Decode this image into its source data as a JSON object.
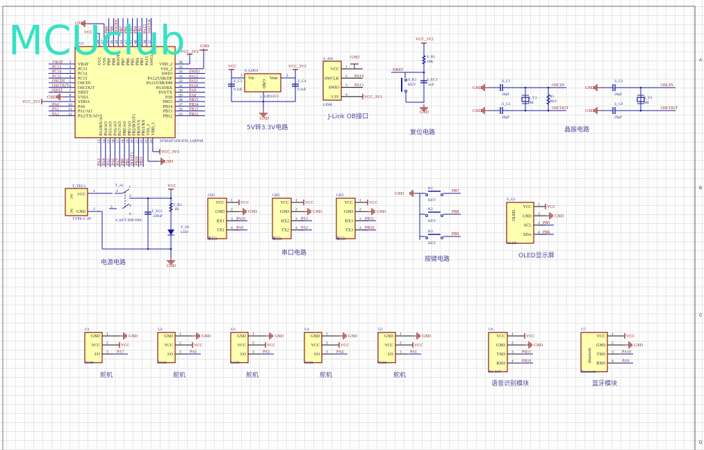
{
  "watermark": "MCUclub",
  "border_letters": [
    "A",
    "B",
    "C",
    "D"
  ],
  "colors": {
    "wire": "#1a1aa0",
    "part": "#8b1a1a",
    "fill": "#ffffb0",
    "title": "#4a4a9a",
    "watermark": "#34e3c4"
  },
  "mcu": {
    "ref": "U1",
    "part": "STM32F103C8T6_LQFP48",
    "left_pins": [
      {
        "num": "1",
        "name": "VBAT",
        "net": "VBAT"
      },
      {
        "num": "2",
        "name": "PC13",
        "net": "PC13"
      },
      {
        "num": "3",
        "name": "PC14",
        "net": "PC14"
      },
      {
        "num": "4",
        "name": "PC15",
        "net": "PC15"
      },
      {
        "num": "5",
        "name": "OSCIN",
        "net": "OSCIN"
      },
      {
        "num": "6",
        "name": "OSCOUT",
        "net": "OSCOUT"
      },
      {
        "num": "7",
        "name": "NRST",
        "net": "NRST"
      },
      {
        "num": "8",
        "name": "VSSA",
        "net": "GND",
        "type": "gnd"
      },
      {
        "num": "9",
        "name": "VDDA",
        "net": "VCC_3V3",
        "type": "vcc"
      },
      {
        "num": "10",
        "name": "PA0",
        "net": "PA0"
      },
      {
        "num": "11",
        "name": "PA1/AO",
        "net": "PA1"
      },
      {
        "num": "12",
        "name": "PA2/TX/AO",
        "net": "PA2"
      }
    ],
    "right_pins": [
      {
        "num": "36",
        "name": "VDD_2",
        "net": "VCC_3V3",
        "type": "vcc"
      },
      {
        "num": "35",
        "name": "VSS_2",
        "net": "GND",
        "type": "gnd"
      },
      {
        "num": "34",
        "name": "SWIO",
        "net": "SWIO"
      },
      {
        "num": "33",
        "name": "PA12/USB/DP",
        "net": "PA12"
      },
      {
        "num": "32",
        "name": "PA11/USB/DM",
        "net": "PA11"
      },
      {
        "num": "31",
        "name": "PA10/RX",
        "net": "PA10"
      },
      {
        "num": "30",
        "name": "PA9/TX",
        "net": "PA9"
      },
      {
        "num": "29",
        "name": "PA8",
        "net": "PA8"
      },
      {
        "num": "28",
        "name": "PB15",
        "net": "PB15"
      },
      {
        "num": "27",
        "name": "PB14",
        "net": "PB14"
      },
      {
        "num": "26",
        "name": "PB13",
        "net": "PB13"
      },
      {
        "num": "25",
        "name": "PB12",
        "net": "PB12"
      }
    ],
    "top_pins": [
      {
        "num": "48",
        "name": "VCC",
        "net": "VCC",
        "type": "vcc"
      },
      {
        "num": "47",
        "name": "VSS",
        "net": "GND",
        "type": "gnd"
      },
      {
        "num": "46",
        "name": "PB9",
        "net": "PB9"
      },
      {
        "num": "45",
        "name": "PB8",
        "net": "PB8"
      },
      {
        "num": "44",
        "name": "BOOT0",
        "net": "BOOT0"
      },
      {
        "num": "43",
        "name": "PB7",
        "net": "PB7"
      },
      {
        "num": "42",
        "name": "PB6",
        "net": "PB6"
      },
      {
        "num": "41",
        "name": "PB5",
        "net": "PB5"
      },
      {
        "num": "40",
        "name": "PB4",
        "net": "PB4"
      },
      {
        "num": "39",
        "name": "PB3",
        "net": "PB3"
      },
      {
        "num": "38",
        "name": "PA15",
        "net": "PA15"
      },
      {
        "num": "37",
        "name": "SWCLK",
        "net": "SWCLK"
      }
    ],
    "bottom_pins": [
      {
        "num": "13",
        "name": "PA3/RX/AO",
        "net": "PA3"
      },
      {
        "num": "14",
        "name": "PA4/AO",
        "net": "PA4"
      },
      {
        "num": "15",
        "name": "PA5/AO",
        "net": "PA5"
      },
      {
        "num": "16",
        "name": "PA6/AO",
        "net": "PA6"
      },
      {
        "num": "17",
        "name": "PA7/AO",
        "net": "PA7"
      },
      {
        "num": "18",
        "name": "PB0/AO",
        "net": "PB0"
      },
      {
        "num": "19",
        "name": "PB1/AO",
        "net": "PB1"
      },
      {
        "num": "20",
        "name": "PB2/BOOT1",
        "net": "BOOT1"
      },
      {
        "num": "21",
        "name": "PB10/TX",
        "net": "PB10"
      },
      {
        "num": "22",
        "name": "PB11/RX",
        "net": "PB11"
      },
      {
        "num": "23",
        "name": "VSS_1",
        "net": "GND",
        "type": "gnd"
      },
      {
        "num": "24",
        "name": "VDD_1",
        "net": "VCC_3V3",
        "type": "vcc"
      }
    ]
  },
  "ldo": {
    "ref": "S_LDO1",
    "part": "LDO3V3",
    "vin": "Vin",
    "vout": "Vout",
    "gnd": "GND",
    "pin_in": "3",
    "pin_out": "2",
    "pin_gnd": "1",
    "c_in": {
      "ref": "S_C3",
      "value": "0.1uF"
    },
    "c_out": {
      "ref": "S_C4",
      "value": "0.1uF"
    },
    "vcc": "VCC",
    "vcc3": "VCC_3V3",
    "ground": "GND",
    "title": "5V转3.3V电路"
  },
  "jlink": {
    "ref": "S_JD1",
    "part": "LINK",
    "title": "J-Link OB接口",
    "pins": [
      {
        "num": "1",
        "name": "VCC",
        "net": "GND",
        "type": "gnd"
      },
      {
        "num": "2",
        "name": "SWCLK",
        "net": "PA14"
      },
      {
        "num": "3",
        "name": "SWIO",
        "net": "PA13"
      },
      {
        "num": "4",
        "name": "3.3V",
        "net": "VCC_3V3",
        "type": "vcc"
      }
    ]
  },
  "reset": {
    "vcc": "VCC_3V3",
    "r_ref": "S_R1",
    "r_value": "10K",
    "net": "NRST",
    "key_ref": "S_K1",
    "key_value": "KEY",
    "c_ref": "S_EC1",
    "c_value": "1uF",
    "ground": "GND",
    "title": "复位电路"
  },
  "crystal": {
    "title": "晶振电路",
    "groups": [
      {
        "c1": "S_C1",
        "c2": "S_C5",
        "cval": "20pF",
        "y_ref": "S_Y1",
        "y_val": "8M",
        "r_ref": "R1",
        "r_val": "RES",
        "osc_in": "OSCIN",
        "osc_out": "OSCOUT",
        "ground": "GND"
      },
      {
        "c1": "S_C2",
        "c2": "S_C6",
        "cval": "20pF",
        "y_ref": "S_Y2",
        "y_val": "8M",
        "osc_in": "OSCIN",
        "osc_out": "OSCOUT",
        "ground": "GND"
      }
    ]
  },
  "power": {
    "title": "电源电路",
    "conn_ref": "T_TEC1",
    "conn_part": "TYPE-C-2P",
    "conn_vcc": "VCC",
    "conn_gnd": "GND",
    "nc": "NC",
    "pin1": "1",
    "pin2": "2",
    "sw_ref": "T_S1",
    "sw_part": "S_KFT DIP-8X8",
    "sw_pins": [
      "1",
      "2",
      "3",
      "4",
      "5",
      "6"
    ],
    "cap_ref": "T_EC1",
    "cap_value": "220uF",
    "r_ref": "T_R1",
    "r_value": "1K",
    "led_ref": "T_D1",
    "led_value": "LED",
    "vcc": "VCC",
    "ground": "GND"
  },
  "serial": {
    "title": "串口电路",
    "ports": [
      {
        "ref": "CH1",
        "part": "串口1",
        "pins": [
          {
            "num": "1",
            "name": "VCC",
            "net": "VCC",
            "type": "vcc"
          },
          {
            "num": "2",
            "name": "GND",
            "net": "GND",
            "type": "gnd"
          },
          {
            "num": "3",
            "name": "RX1",
            "net": "PA10"
          },
          {
            "num": "4",
            "name": "TX1",
            "net": "PA9"
          }
        ]
      },
      {
        "ref": "CH2",
        "part": "串口2",
        "pins": [
          {
            "num": "1",
            "name": "VCC",
            "net": "VCC",
            "type": "vcc"
          },
          {
            "num": "2",
            "name": "GND",
            "net": "GND",
            "type": "gnd"
          },
          {
            "num": "3",
            "name": "RX2",
            "net": "PA3"
          },
          {
            "num": "4",
            "name": "TX2",
            "net": "PA2"
          }
        ]
      },
      {
        "ref": "CH3",
        "part": "串口3",
        "pins": [
          {
            "num": "1",
            "name": "VCC",
            "net": "VCC",
            "type": "vcc"
          },
          {
            "num": "2",
            "name": "GND",
            "net": "GND",
            "type": "gnd"
          },
          {
            "num": "3",
            "name": "RX3",
            "net": "PB11"
          },
          {
            "num": "4",
            "name": "TX3",
            "net": "PB10"
          }
        ]
      }
    ]
  },
  "keys": {
    "title": "按键电路",
    "ground": "GND",
    "items": [
      {
        "ref": "K1",
        "value": "KEY",
        "net": "PB7"
      },
      {
        "ref": "K2",
        "value": "KEY",
        "net": "PB8"
      },
      {
        "ref": "K3",
        "value": "KEY",
        "net": "PB9"
      }
    ]
  },
  "oled": {
    "ref": "S_U2",
    "part": "OLED",
    "body": "OLED",
    "title": "OLED显示屏",
    "pins": [
      {
        "num": "1",
        "name": "VCC",
        "net": "VCC",
        "type": "vcc"
      },
      {
        "num": "2",
        "name": "GND",
        "net": "GND",
        "type": "gnd"
      },
      {
        "num": "3",
        "name": "SCL",
        "net": "PB5"
      },
      {
        "num": "4",
        "name": "SDA",
        "net": "PB6"
      }
    ]
  },
  "servos": [
    {
      "ref": "U1",
      "part": "SG90",
      "title": "舵机",
      "pins": [
        {
          "num": "1",
          "name": "GND",
          "net": "GND",
          "type": "gnd"
        },
        {
          "num": "2",
          "name": "VCC",
          "net": "VCC",
          "type": "vcc"
        },
        {
          "num": "3",
          "name": "I/O",
          "net": "PA7"
        }
      ]
    },
    {
      "ref": "U2",
      "part": "SG90",
      "title": "舵机",
      "pins": [
        {
          "num": "1",
          "name": "GND",
          "net": "GND",
          "type": "gnd"
        },
        {
          "num": "2",
          "name": "VCC",
          "net": "VCC",
          "type": "vcc"
        },
        {
          "num": "3",
          "name": "I/O",
          "net": "PA6"
        }
      ]
    },
    {
      "ref": "U3",
      "part": "SG90",
      "title": "舵机",
      "pins": [
        {
          "num": "1",
          "name": "GND",
          "net": "GND",
          "type": "gnd"
        },
        {
          "num": "2",
          "name": "VCC",
          "net": "VCC",
          "type": "vcc"
        },
        {
          "num": "3",
          "name": "I/O",
          "net": "PA5"
        }
      ]
    },
    {
      "ref": "U4",
      "part": "SG90",
      "title": "舵机",
      "pins": [
        {
          "num": "1",
          "name": "GND",
          "net": "GND",
          "type": "gnd"
        },
        {
          "num": "2",
          "name": "VCC",
          "net": "VCC",
          "type": "vcc"
        },
        {
          "num": "3",
          "name": "I/O",
          "net": "PA4"
        }
      ]
    },
    {
      "ref": "U5",
      "part": "SG90",
      "title": "舵机",
      "pins": [
        {
          "num": "1",
          "name": "GND",
          "net": "GND",
          "type": "gnd"
        },
        {
          "num": "2",
          "name": "VCC",
          "net": "VCC",
          "type": "vcc"
        },
        {
          "num": "3",
          "name": "I/O",
          "net": "PA1"
        }
      ]
    }
  ],
  "voice": {
    "ref": "U6",
    "part": "SU-03T",
    "title": "语音识别模块",
    "pins": [
      {
        "num": "1",
        "name": "VCC",
        "net": "VCC",
        "type": "vcc"
      },
      {
        "num": "2",
        "name": "GND",
        "net": "GND",
        "type": "gnd"
      },
      {
        "num": "3",
        "name": "TXD",
        "net": "PB11"
      },
      {
        "num": "4",
        "name": "RXD",
        "net": "PB10"
      }
    ]
  },
  "bluetooth": {
    "ref": "U7",
    "part": "Bluetooth",
    "body": "Bluetooth",
    "title": "蓝牙模块",
    "pins": [
      {
        "num": "1",
        "name": "VCC",
        "net": "VCC",
        "type": "vcc"
      },
      {
        "num": "2",
        "name": "GND",
        "net": "GND",
        "type": "gnd"
      },
      {
        "num": "3",
        "name": "TXD",
        "net": "PA10"
      },
      {
        "num": "4",
        "name": "RXD",
        "net": "PA9"
      }
    ]
  }
}
